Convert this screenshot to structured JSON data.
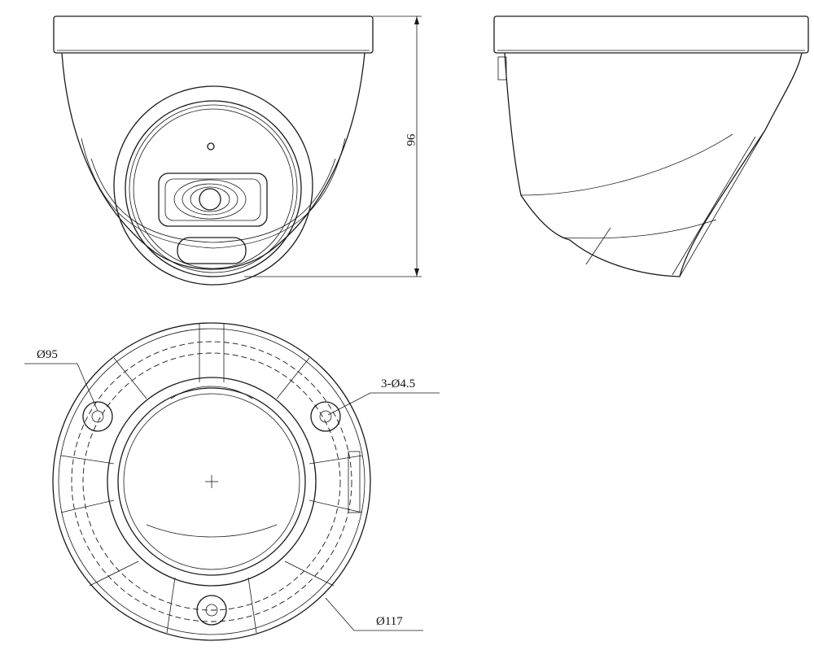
{
  "dimensions": {
    "height": "96",
    "mount_circle": "Ø95",
    "holes": "3-Ø4.5",
    "base_diameter": "Ø117"
  },
  "colors": {
    "line": "#1a1a1a",
    "background": "#ffffff"
  }
}
